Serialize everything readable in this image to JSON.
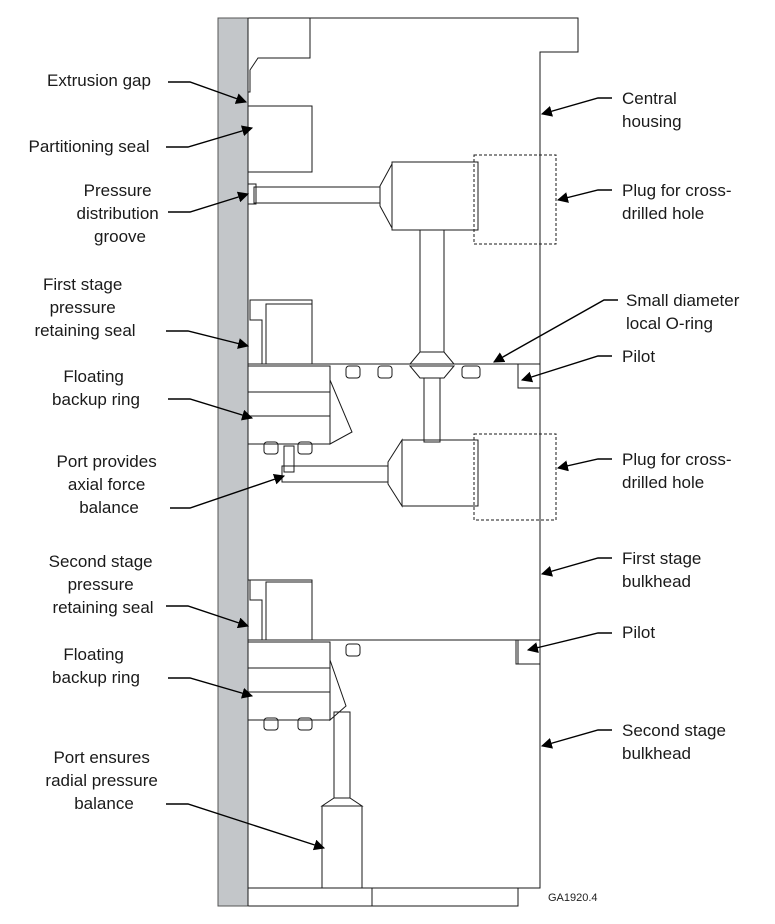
{
  "labels": {
    "extrusion_gap": "Extrusion gap",
    "partitioning_seal": "Partitioning seal",
    "pressure_distribution_groove": [
      "Pressure",
      "distribution",
      "groove"
    ],
    "first_stage_retaining_seal": [
      "First stage",
      "pressure",
      "retaining seal"
    ],
    "floating_backup_ring_1": [
      "Floating",
      "backup ring"
    ],
    "port_axial": [
      "Port provides",
      "axial force",
      "balance"
    ],
    "second_stage_retaining_seal": [
      "Second stage",
      "pressure",
      "retaining seal"
    ],
    "floating_backup_ring_2": [
      "Floating",
      "backup ring"
    ],
    "port_radial": [
      "Port ensures",
      "radial pressure",
      "balance"
    ],
    "central_housing": [
      "Central",
      "housing"
    ],
    "plug_upper": [
      "Plug for cross-",
      "drilled hole"
    ],
    "small_oring": [
      "Small diameter",
      "local O-ring"
    ],
    "pilot_upper": "Pilot",
    "plug_lower": [
      "Plug for cross-",
      "drilled hole"
    ],
    "first_stage_bulkhead": [
      "First stage",
      "bulkhead"
    ],
    "pilot_lower": "Pilot",
    "second_stage_bulkhead": [
      "Second stage",
      "bulkhead"
    ]
  },
  "figure_ref": "GA1920.4",
  "colors": {
    "central_housing": "#f99477",
    "first_stage_bulkhead": "#33e6fb",
    "second_stage_bulkhead": "#a2f99b",
    "mandrel": "#c3c6c9",
    "backup_ring": "#8b4513",
    "seal": "#000000",
    "partition_seal": "#3d3d3d",
    "plug": "#e7e8e8",
    "small_oring": "#6e6e6e",
    "orange_part": "#f8a713",
    "bottom_blue_part": "#2e6fdc"
  }
}
